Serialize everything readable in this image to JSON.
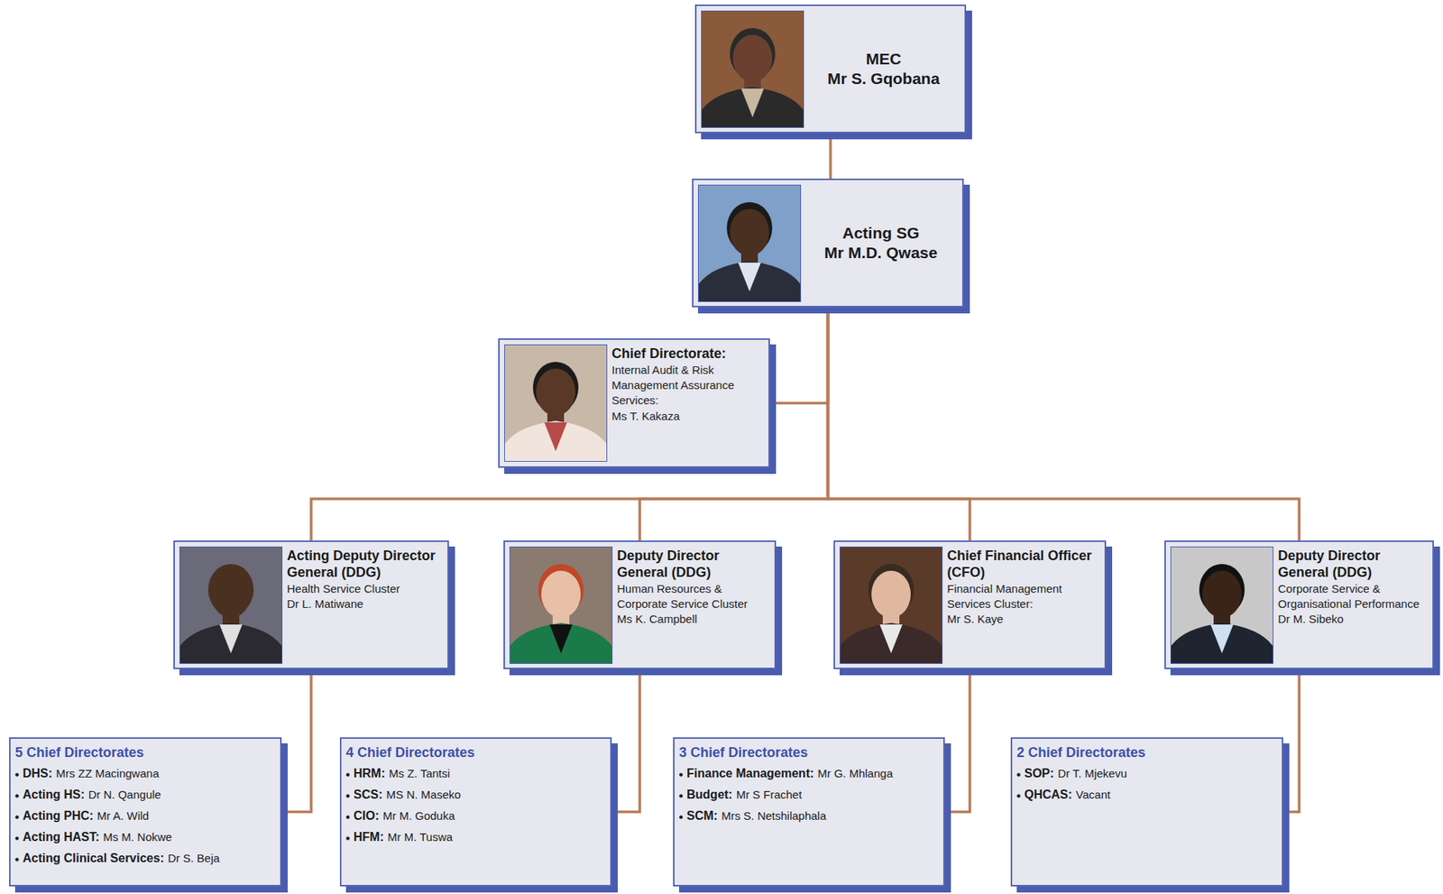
{
  "diagram": {
    "nodes": [
      {
        "text": [
          "MEC",
          "Mr S. Gqobana"
        ]
      },
      {
        "text": [
          "Acting SG",
          "Mr M.D. Qwase"
        ]
      },
      {
        "text": [
          "Chief Directorate:",
          "Internal Audit & Risk Management Assurance Services:",
          "Ms T. Kakaza"
        ]
      },
      {
        "text": [
          "Acting Deputy Director General (DDG)",
          "Health Service Cluster",
          "Dr L. Matiwane"
        ]
      },
      {
        "text": [
          "Deputy Director General (DDG)",
          "Human Resources & Corporate Service Cluster",
          "Ms K. Campbell"
        ]
      },
      {
        "text": [
          "Chief Financial Officer (CFO)",
          "Financial Management Services Cluster:",
          "Mr S. Kaye"
        ]
      },
      {
        "text": [
          "Deputy Director General (DDG)",
          "Corporate Service & Organisational Performance",
          "Dr M. Sibeko"
        ]
      },
      {
        "text": [
          "5 Chief Directorates",
          "DHS:",
          "Mrs ZZ Macingwana",
          "Acting HS:",
          "Dr N. Qangule",
          "Acting PHC:",
          "Mr A. Wild",
          "Acting HAST:",
          "Ms M. Nokwe",
          "Acting Clinical Services:",
          "Dr S. Beja"
        ]
      },
      {
        "text": [
          "4 Chief Directorates",
          "HRM:",
          "Ms Z. Tantsi",
          "SCS:",
          "MS N. Maseko",
          "CIO:",
          "Mr M. Goduka",
          "HFM:",
          "Mr M. Tuswa"
        ]
      },
      {
        "text": [
          "3 Chief Directorates",
          "Finance Management:",
          "Mr G. Mhlanga",
          "Budget:",
          "Mr S Frachet",
          "SCM:",
          "Mrs S. Netshilaphala"
        ]
      },
      {
        "text": [
          "2 Chief Directorates",
          "SOP:",
          "Dr T. Mjekevu",
          "QHCAS:",
          "Vacant"
        ]
      }
    ],
    "edges": [
      {
        "from": 0,
        "to": 1,
        "arrow": "none"
      },
      {
        "from": 1,
        "to": 2,
        "arrow": "none"
      },
      {
        "from": 1,
        "to": 3,
        "arrow": "none"
      },
      {
        "from": 1,
        "to": 4,
        "arrow": "none"
      },
      {
        "from": 1,
        "to": 5,
        "arrow": "none"
      },
      {
        "from": 1,
        "to": 6,
        "arrow": "none"
      },
      {
        "from": 3,
        "to": 7,
        "arrow": "none"
      },
      {
        "from": 4,
        "to": 8,
        "arrow": "none"
      },
      {
        "from": 5,
        "to": 9,
        "arrow": "none"
      },
      {
        "from": 6,
        "to": 10,
        "arrow": "none"
      }
    ]
  }
}
